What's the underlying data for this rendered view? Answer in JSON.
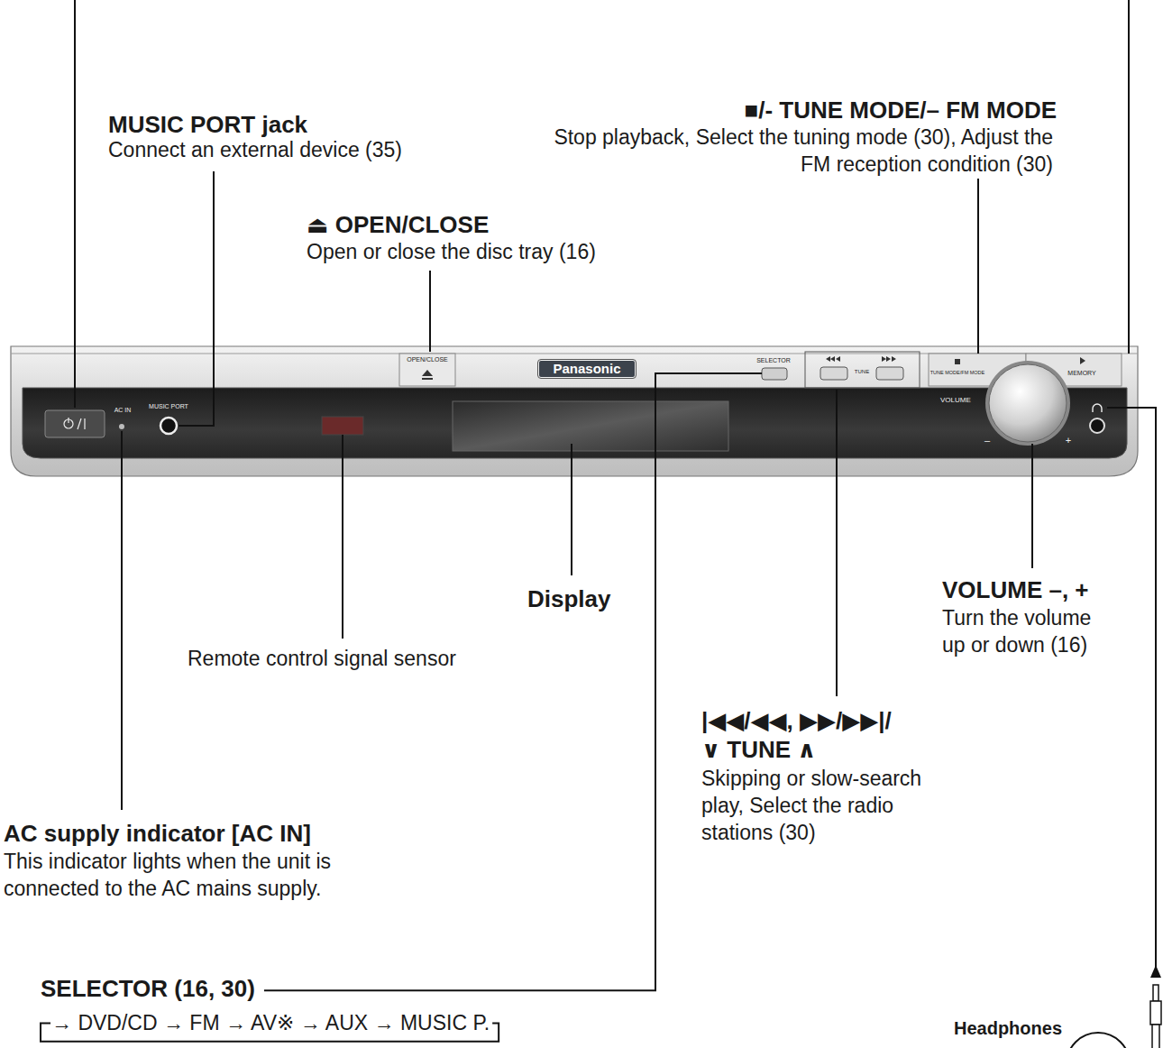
{
  "diagram": {
    "nodes": [
      {
        "text": [
          "Panasonic"
        ]
      }
    ],
    "labels": [
      "MUSIC PORT jack",
      "Connect an external device (35)",
      "■/- TUNE MODE/– FM MODE",
      "Stop playback, Select the tuning mode (30), Adjust the FM reception condition (30)",
      "⏏ OPEN/CLOSE",
      "Open or close the disc tray (16)",
      "OPEN/CLOSE",
      "SELECTOR",
      "TUNE",
      "MEMORY",
      "TUNE MODE/FM MODE",
      "AC IN",
      "MUSIC PORT",
      "VOLUME",
      "–",
      "+",
      "Display",
      "VOLUME –, +",
      "Turn the volume up or down (16)",
      "Remote control signal sensor",
      "|◀◀/◀◀, ▶▶/▶▶|/",
      "∨ TUNE ∧",
      "Skipping or slow-search play, Select the radio stations (30)",
      "AC supply indicator [AC IN]",
      "This indicator lights when the unit is connected to the AC mains supply.",
      "SELECTOR (16, 30)",
      "→ DVD/CD → FM → AV※ → AUX → MUSIC P.",
      "Headphones"
    ]
  }
}
